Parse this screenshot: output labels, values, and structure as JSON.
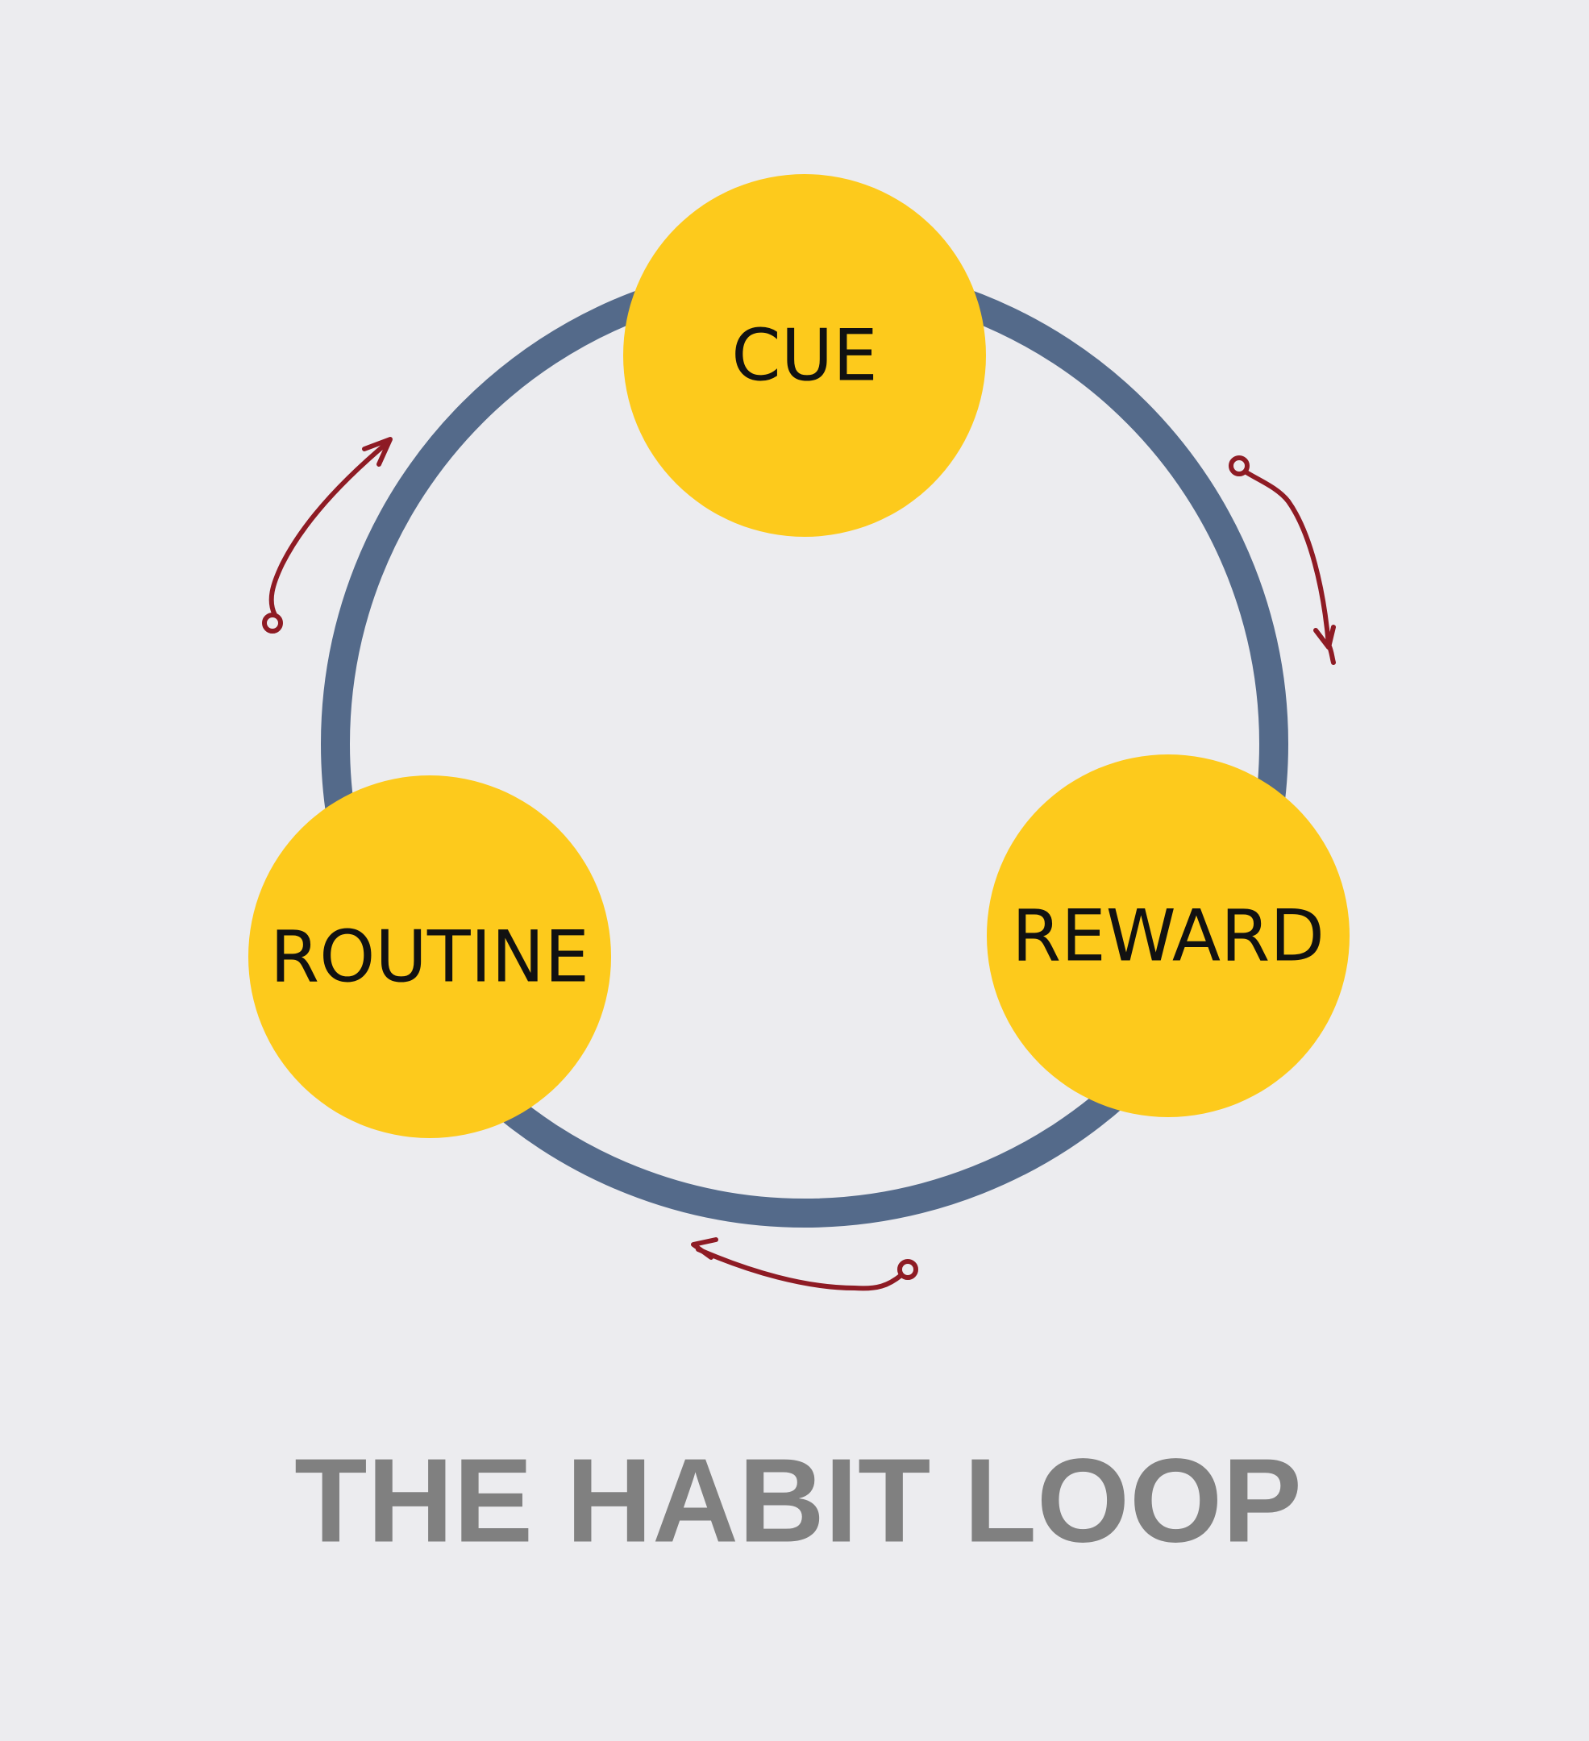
{
  "title": "THE HABIT LOOP",
  "nodes": {
    "cue": "CUE",
    "reward": "REWARD",
    "routine": "ROUTINE"
  },
  "colors": {
    "background": "#ececef",
    "ring": "#546a8a",
    "node_fill": "#fdca1c",
    "arrow": "#8e1b24",
    "title": "#808080",
    "label": "#111111"
  }
}
